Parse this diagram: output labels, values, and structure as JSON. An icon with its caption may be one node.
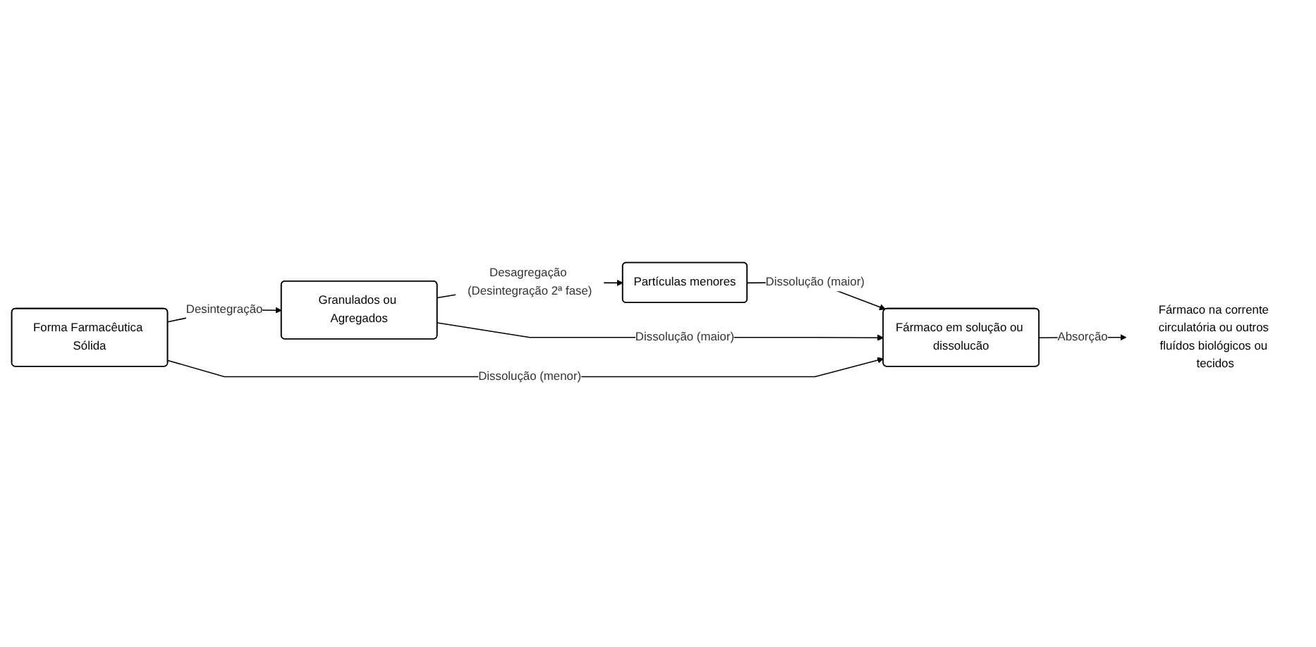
{
  "diagram": {
    "nodes": [
      {
        "text": [
          "Forma Farmacêutica Sólida"
        ]
      },
      {
        "text": [
          "Granulados ou Agregados"
        ]
      },
      {
        "text": [
          "Partículas menores"
        ]
      },
      {
        "text": [
          "Fármaco em solução ou dissolucão"
        ]
      },
      {
        "text": [
          "Fármaco na corrente circulatória ou outros fluídos biológicos ou tecidos"
        ]
      }
    ],
    "edges": [
      {
        "from": 0,
        "to": 1,
        "arrow": "to",
        "label": "Desintegração"
      },
      {
        "from": 1,
        "to": 2,
        "arrow": "to",
        "label": "Desagregação (Desintegração 2ª fase)"
      },
      {
        "from": 1,
        "to": 3,
        "arrow": "to",
        "label": "Dissolução (maior)"
      },
      {
        "from": 0,
        "to": 3,
        "arrow": "to",
        "label": "Dissolução (menor)"
      },
      {
        "from": 2,
        "to": 3,
        "arrow": "to",
        "label": "Dissolução (maior)"
      },
      {
        "from": 3,
        "to": 4,
        "arrow": "to",
        "label": "Absorção"
      }
    ]
  }
}
